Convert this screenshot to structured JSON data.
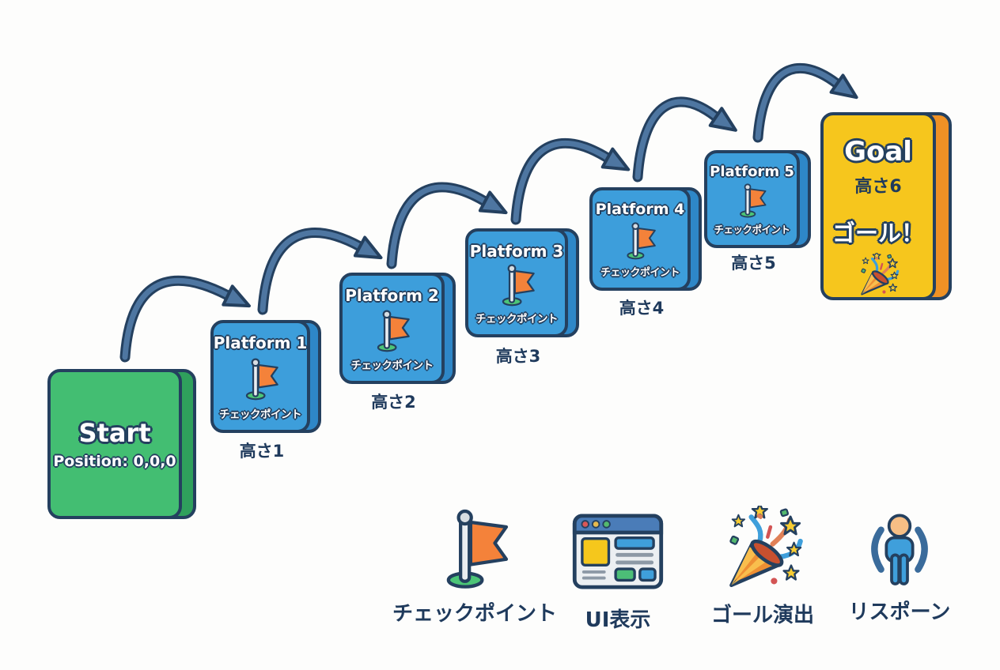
{
  "diagram": {
    "start": {
      "label": "Start",
      "position": "Position: 0,0,0"
    },
    "platforms": [
      {
        "title": "Platform 1",
        "checkpoint": "チェックポイント",
        "height": "高さ1"
      },
      {
        "title": "Platform 2",
        "checkpoint": "チェックポイント",
        "height": "高さ2"
      },
      {
        "title": "Platform 3",
        "checkpoint": "チェックポイント",
        "height": "高さ3"
      },
      {
        "title": "Platform 4",
        "checkpoint": "チェックポイント",
        "height": "高さ4"
      },
      {
        "title": "Platform 5",
        "checkpoint": "チェックポイント",
        "height": "高さ5"
      }
    ],
    "goal": {
      "label": "Goal",
      "height": "高さ6",
      "cheer": "ゴール！"
    },
    "legend": [
      {
        "icon": "checkpoint-flag-icon",
        "label": "チェックポイント"
      },
      {
        "icon": "ui-window-icon",
        "label": "UI表示"
      },
      {
        "icon": "party-popper-icon",
        "label": "ゴール演出"
      },
      {
        "icon": "respawn-person-icon",
        "label": "リスポーン"
      }
    ],
    "colors": {
      "platform_blue": "#3D9EDB",
      "platform_side": "#2E87C8",
      "start_green": "#43BE72",
      "start_side": "#2FA05C",
      "goal_yellow": "#F6C61D",
      "goal_side": "#EF9125",
      "outline_navy": "#24405F",
      "arrow_steel": "#4E76A1",
      "flag_orange": "#F4823A",
      "text_navy": "#1F3A5C"
    }
  }
}
